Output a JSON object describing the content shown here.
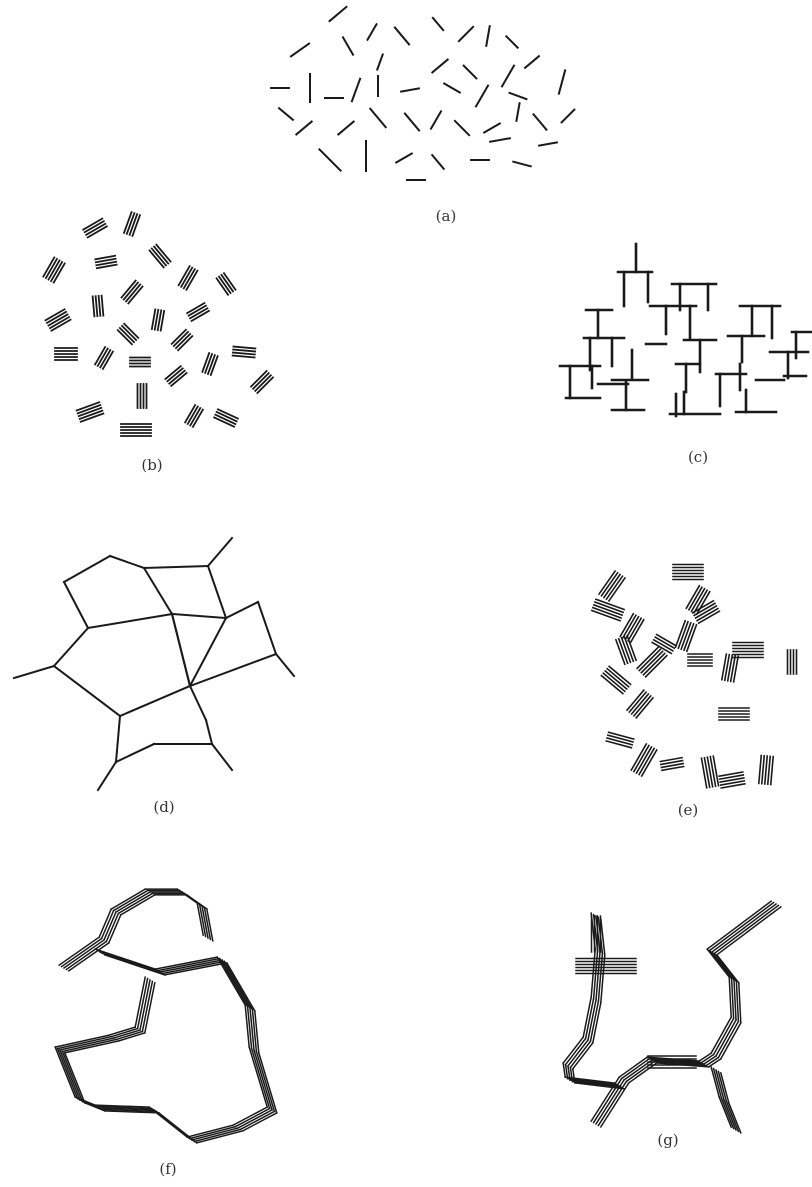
{
  "figure": {
    "ink_color": "#1a1a1a",
    "background": "#ffffff",
    "panels": [
      {
        "id": "a",
        "caption": "(a)",
        "depicts": "isolated rods, random orientation"
      },
      {
        "id": "b",
        "caption": "(b)",
        "depicts": "small stacks of rods, random orientation"
      },
      {
        "id": "c",
        "caption": "(c)",
        "depicts": "rods joined at right angles"
      },
      {
        "id": "d",
        "caption": "(d)",
        "depicts": "single-line network"
      },
      {
        "id": "e",
        "caption": "(e)",
        "depicts": "stacked-rod network"
      },
      {
        "id": "f",
        "caption": "(f)",
        "depicts": "stacked-strand ring"
      },
      {
        "id": "g",
        "caption": "(g)",
        "depicts": "stacked-strand chain"
      }
    ]
  }
}
